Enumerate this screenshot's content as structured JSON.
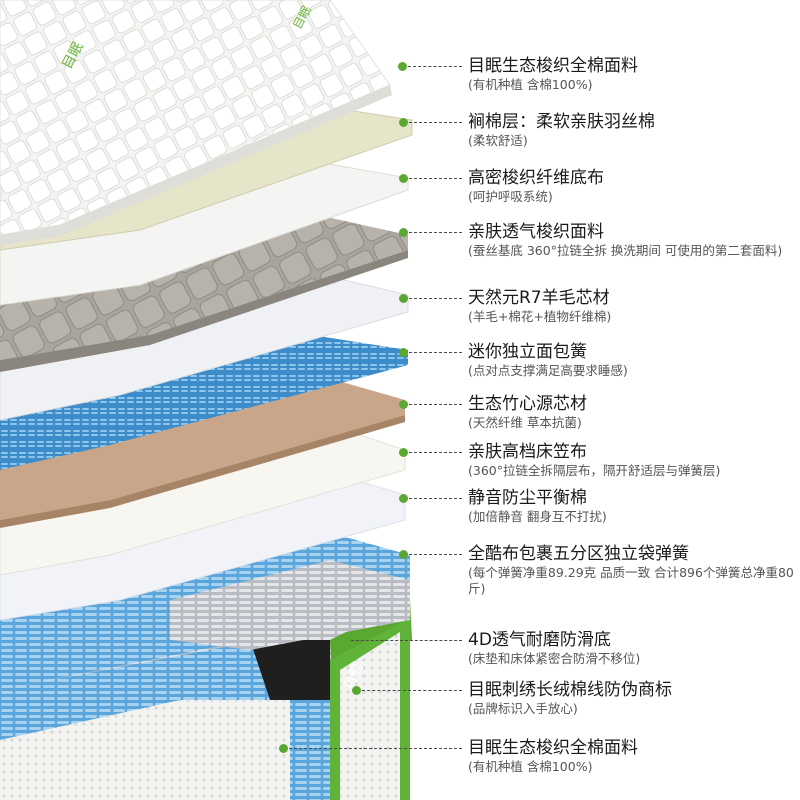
{
  "brand_mark": "目眠",
  "colors": {
    "accent_green": "#5aa832",
    "spring_blue": "#4a9fd8",
    "bamboo_brown": "#c9a58a",
    "knit_grey": "#a9a59c",
    "padding_cream": "#e7e5c9"
  },
  "layers": [
    {
      "title": "目眠生态梭织全棉面料",
      "desc": "(有机种植 含棉100%)"
    },
    {
      "title": "裥棉层：柔软亲肤羽丝棉",
      "desc": "(柔软舒适)"
    },
    {
      "title": "高密梭织纤维底布",
      "desc": "(呵护呼吸系统)"
    },
    {
      "title": "亲肤透气梭织面料",
      "desc": "(蚕丝基底 360°拉链全拆 换洗期间 可使用的第二套面料)"
    },
    {
      "title": "天然元R7羊毛芯材",
      "desc": "(羊毛+棉花+植物纤维棉)"
    },
    {
      "title": "迷你独立面包簧",
      "desc": "(点对点支撑满足高要求睡感)"
    },
    {
      "title": "生态竹心源芯材",
      "desc": "(天然纤维 草本抗菌)"
    },
    {
      "title": "亲肤高档床笠布",
      "desc": "(360°拉链全拆隔层布，隔开舒适层与弹簧层)"
    },
    {
      "title": "静音防尘平衡棉",
      "desc": "(加倍静音 翻身互不打扰)"
    },
    {
      "title": "全酷布包裹五分区独立袋弹簧",
      "desc": "(每个弹簧净重89.29克 品质一致 合计896个弹簧总净重80斤)"
    },
    {
      "title": "4D透气耐磨防滑底",
      "desc": "(床垫和床体紧密合防滑不移位)"
    },
    {
      "title": "目眠刺绣长绒棉线防伪商标",
      "desc": "(品牌标识入手放心)"
    },
    {
      "title": "目眠生态梭织全棉面料",
      "desc": "(有机种植 含棉100%)"
    }
  ]
}
